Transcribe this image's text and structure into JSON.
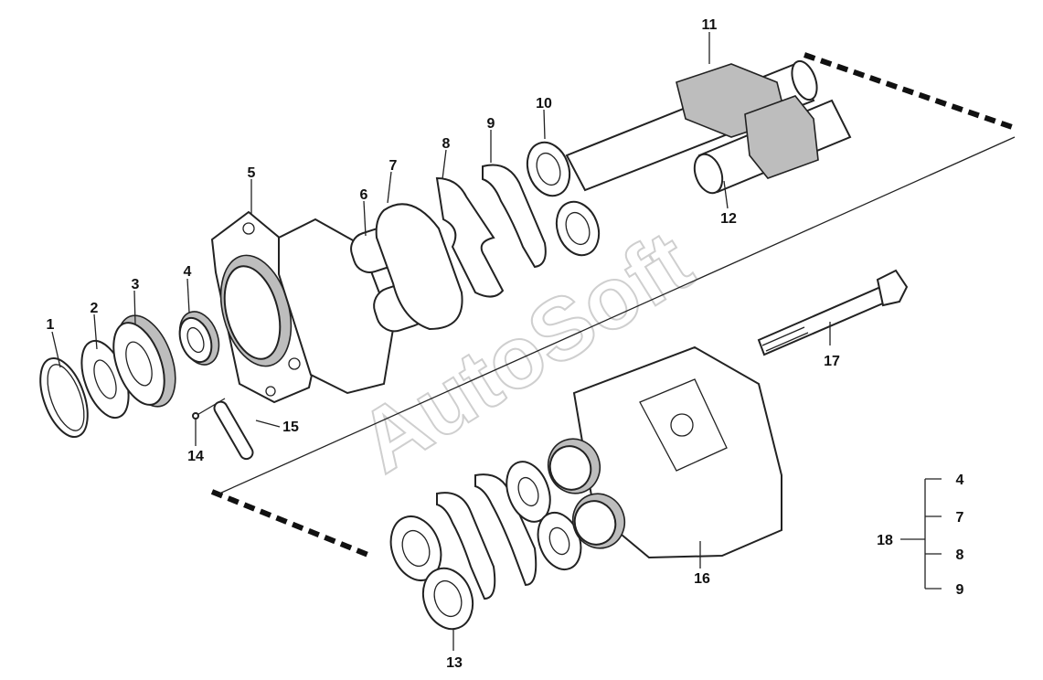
{
  "watermark": "AutoSoft",
  "callouts": [
    {
      "num": "1"
    },
    {
      "num": "2"
    },
    {
      "num": "3"
    },
    {
      "num": "4"
    },
    {
      "num": "5"
    },
    {
      "num": "6"
    },
    {
      "num": "7"
    },
    {
      "num": "8"
    },
    {
      "num": "9"
    },
    {
      "num": "10"
    },
    {
      "num": "11"
    },
    {
      "num": "12"
    },
    {
      "num": "13"
    },
    {
      "num": "14"
    },
    {
      "num": "15"
    },
    {
      "num": "16"
    },
    {
      "num": "17"
    }
  ],
  "kit": {
    "num": "18",
    "items": [
      "4",
      "7",
      "8",
      "9"
    ]
  }
}
